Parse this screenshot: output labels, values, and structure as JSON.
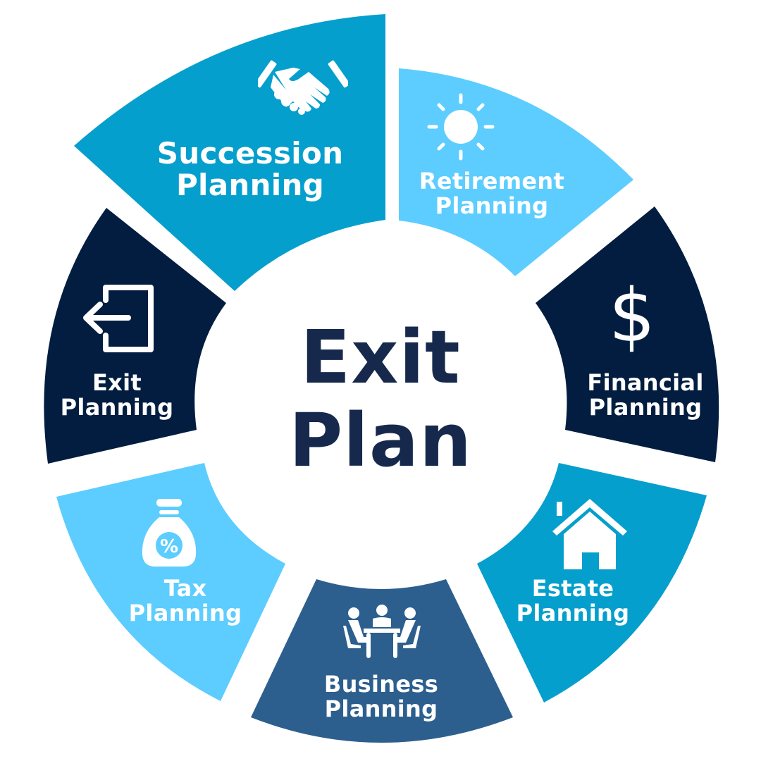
{
  "center": {
    "line1": "Exit",
    "line2": "Plan",
    "color": "#16294d"
  },
  "colors": {
    "navy": "#021d40",
    "teal_blue": "#059fcd",
    "light_blue": "#5ccdfe",
    "steel_blue": "#2c5f8e",
    "white": "#ffffff"
  },
  "segments": [
    {
      "id": "succession",
      "line1": "Succession",
      "line2": "Planning",
      "icon": "handshake-icon",
      "color": "#059fcd"
    },
    {
      "id": "retirement",
      "line1": "Retirement",
      "line2": "Planning",
      "icon": "sun-icon",
      "color": "#5ccdfe"
    },
    {
      "id": "financial",
      "line1": "Financial",
      "line2": "Planning",
      "icon": "dollar-icon",
      "color": "#021d40"
    },
    {
      "id": "estate",
      "line1": "Estate",
      "line2": "Planning",
      "icon": "house-icon",
      "color": "#059fcd"
    },
    {
      "id": "business",
      "line1": "Business",
      "line2": "Planning",
      "icon": "meeting-table-icon",
      "color": "#2c5f8e"
    },
    {
      "id": "tax",
      "line1": "Tax",
      "line2": "Planning",
      "icon": "money-bag-percent-icon",
      "color": "#5ccdfe"
    },
    {
      "id": "exit",
      "line1": "Exit",
      "line2": "Planning",
      "icon": "exit-door-icon",
      "color": "#021d40"
    }
  ]
}
